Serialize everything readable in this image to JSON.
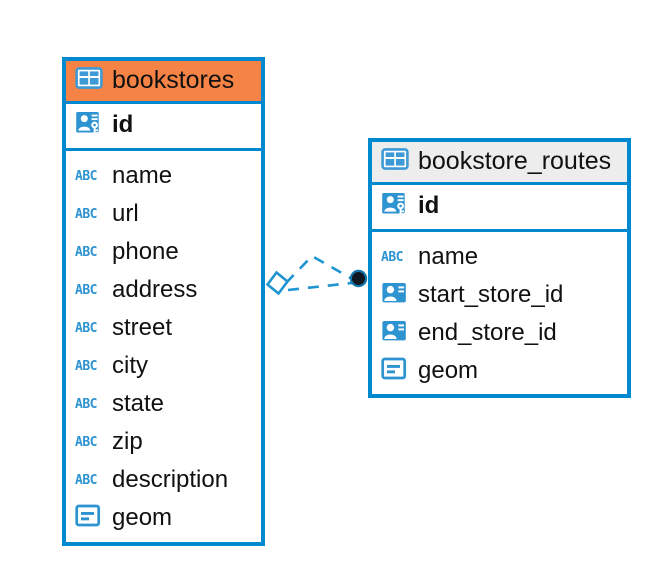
{
  "diagram": {
    "type": "entity-relationship-diagram",
    "background": "#ffffff",
    "accent_color": "#0089cf",
    "highlight_color": "#f58345",
    "header_gray": "#ededed"
  },
  "entities": [
    {
      "name": "bookstores",
      "icon": "table-icon",
      "header_style": "orange",
      "primary_key": {
        "label": "id",
        "icon": "primary-key-icon",
        "type": "pk"
      },
      "fields": [
        {
          "label": "name",
          "icon": "abc-icon",
          "type": "text"
        },
        {
          "label": "url",
          "icon": "abc-icon",
          "type": "text"
        },
        {
          "label": "phone",
          "icon": "abc-icon",
          "type": "text"
        },
        {
          "label": "address",
          "icon": "abc-icon",
          "type": "text"
        },
        {
          "label": "street",
          "icon": "abc-icon",
          "type": "text"
        },
        {
          "label": "city",
          "icon": "abc-icon",
          "type": "text"
        },
        {
          "label": "state",
          "icon": "abc-icon",
          "type": "text"
        },
        {
          "label": "zip",
          "icon": "abc-icon",
          "type": "text"
        },
        {
          "label": "description",
          "icon": "abc-icon",
          "type": "text"
        },
        {
          "label": "geom",
          "icon": "geom-icon",
          "type": "geometry"
        }
      ]
    },
    {
      "name": "bookstore_routes",
      "icon": "table-icon",
      "header_style": "gray",
      "primary_key": {
        "label": "id",
        "icon": "primary-key-icon",
        "type": "pk"
      },
      "fields": [
        {
          "label": "name",
          "icon": "abc-icon",
          "type": "text"
        },
        {
          "label": "start_store_id",
          "icon": "foreign-key-icon",
          "type": "fk"
        },
        {
          "label": "end_store_id",
          "icon": "foreign-key-icon",
          "type": "fk"
        },
        {
          "label": "geom",
          "icon": "geom-icon",
          "type": "geometry"
        }
      ]
    }
  ],
  "relationship": {
    "from": "bookstores",
    "to": "bookstore_routes",
    "line_style": "dashed",
    "source_marker": "diamond-marker",
    "target_marker": "filled-circle-marker",
    "color": "#1e94d2"
  },
  "abc_glyph": "ABC"
}
